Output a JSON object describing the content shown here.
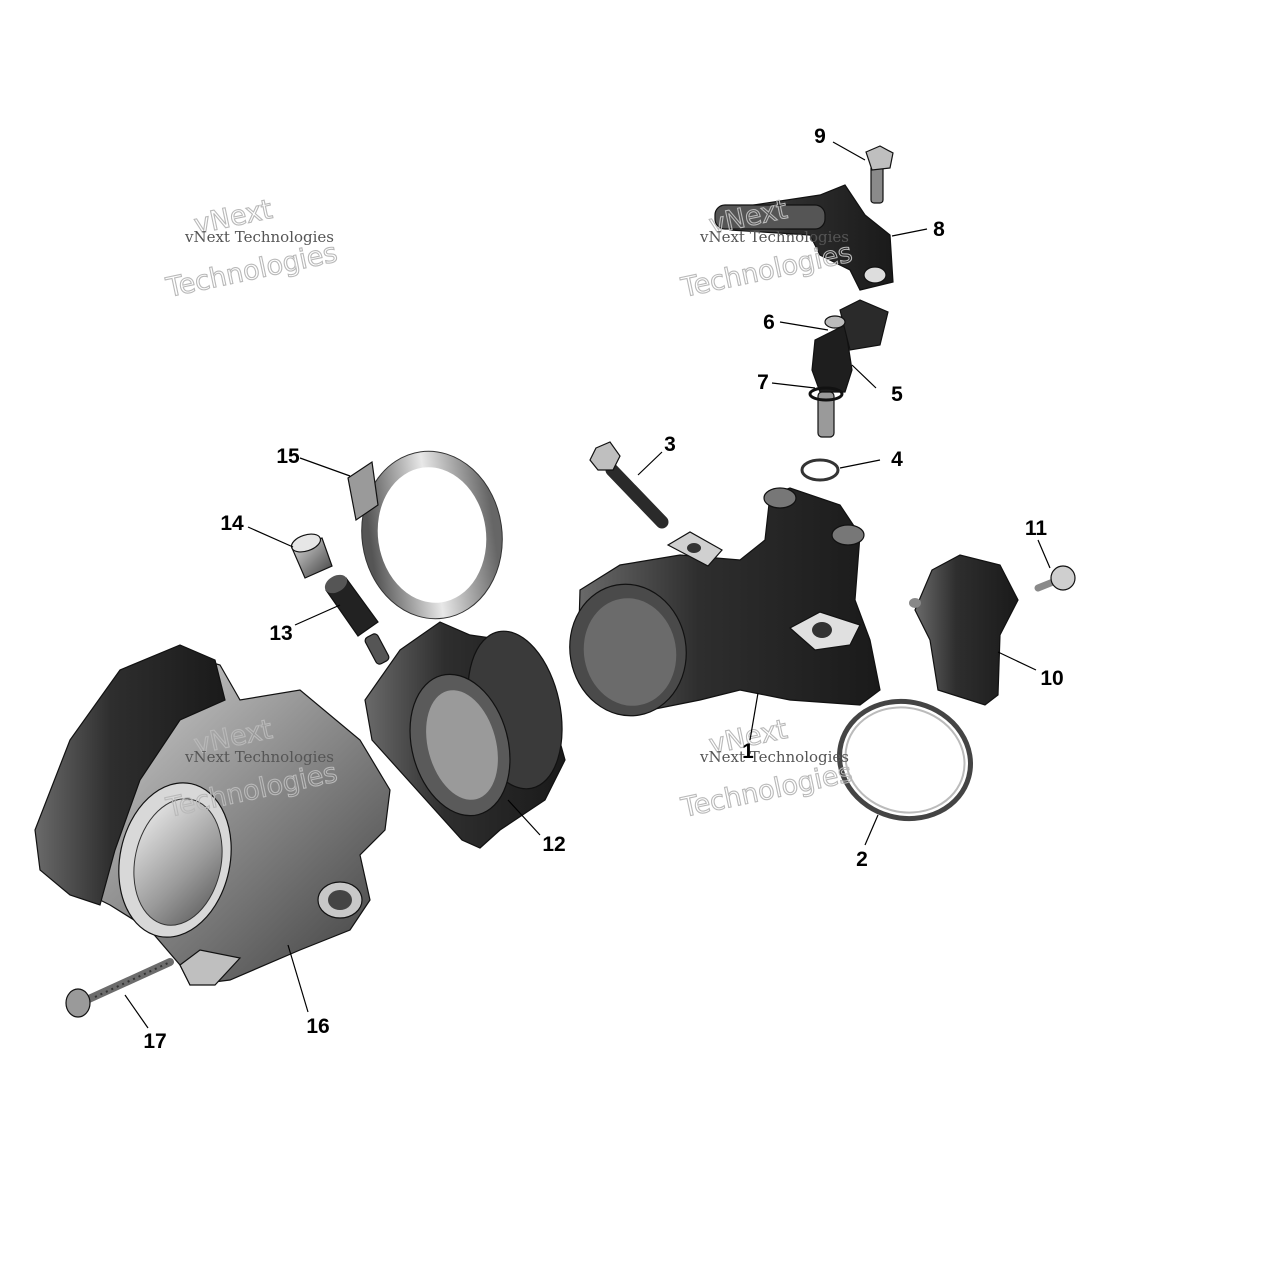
{
  "callouts": [
    {
      "number": "1"
    },
    {
      "number": "2"
    },
    {
      "number": "3"
    },
    {
      "number": "4"
    },
    {
      "number": "5"
    },
    {
      "number": "6"
    },
    {
      "number": "7"
    },
    {
      "number": "8"
    },
    {
      "number": "9"
    },
    {
      "number": "10"
    },
    {
      "number": "11"
    },
    {
      "number": "12"
    },
    {
      "number": "13"
    },
    {
      "number": "14"
    },
    {
      "number": "15"
    },
    {
      "number": "16"
    },
    {
      "number": "17"
    }
  ],
  "watermark": {
    "line_small": "vNext Technologies",
    "line_big_1": "vNext",
    "line_big_2": "Technologies"
  },
  "colors": {
    "part_dark": "#2a2a2a",
    "part_mid": "#8a8a8a",
    "part_light": "#d4d4d4",
    "watermark": "#b9b9b9"
  }
}
